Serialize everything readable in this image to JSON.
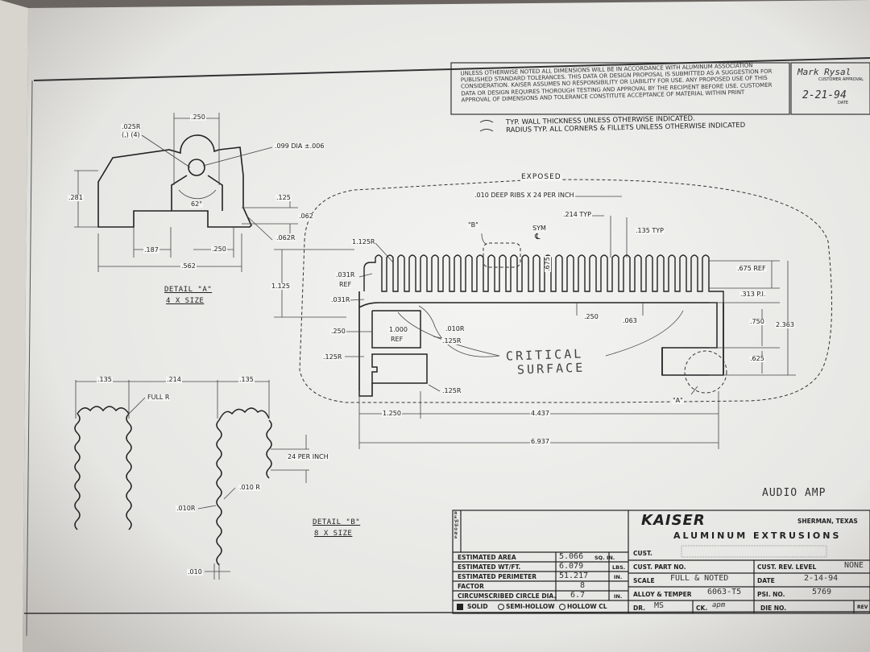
{
  "general_notes": {
    "tolerance_note": "UNLESS OTHERWISE NOTED ALL DIMENSIONS WILL BE IN ACCORDANCE WITH ALUMINUM ASSOCIATION PUBLISHED STANDARD TOLERANCES. THIS DATA OR DESIGN PROPOSAL IS SUBMITTED AS A SUGGESTION FOR CONSIDERATION. KAISER ASSUMES NO RESPONSIBILITY OR LIABILITY FOR USE. ANY PROPOSED USE OF THIS DATA OR DESIGN REQUIRES THOROUGH TESTING AND APPROVAL BY THE RECIPIENT BEFORE USE. CUSTOMER APPROVAL OF DIMENSIONS AND TOLERANCE CONSTITUTE ACCEPTANCE OF MATERIAL WITHIN PRINT",
    "wall_note": "TYP. WALL THICKNESS UNLESS OTHERWISE INDICATED.",
    "radius_note": "RADIUS TYP. ALL CORNERS & FILLETS UNLESS OTHERWISE INDICATED",
    "customer_approval_label": "CUSTOMER APPROVAL",
    "approval_signature": "Mark Rysal",
    "approval_date": "2-21-94",
    "date_label": "DATE"
  },
  "detail_a": {
    "title": "DETAIL \"A\"",
    "scale": "4 X SIZE",
    "dims": {
      "d250_top": ".250",
      "d025r": ".025R",
      "d025r_count": "(,) (4)",
      "d099": ".099 DIA ±.006",
      "d281": ".281",
      "d62": "62°",
      "d125": ".125",
      "d062": ".062",
      "d062r": ".062R",
      "d187": ".187",
      "d250_bot": ".250",
      "d562": ".562"
    }
  },
  "detail_b": {
    "title": "DETAIL \"B\"",
    "scale": "8 X SIZE",
    "dims": {
      "d135a": ".135",
      "d214": ".214",
      "d135b": ".135",
      "fullr": "FULL R",
      "per_inch": "24 PER INCH",
      "d010r_a": ".010 R",
      "d010r_b": ".010R",
      "d010": ".010"
    }
  },
  "main_section": {
    "exposed": "EXPOSED",
    "ribs": ".010 DEEP RIBS X 24 PER INCH",
    "callout_b": "\"B\"",
    "callout_a": "\"A\"",
    "sym": "SYM",
    "cl": "℄",
    "d214typ": ".214 TYP",
    "d135typ": ".135 TYP",
    "d1125r": "1.125R",
    "d675v": ".675",
    "d031r_ref": ".031R",
    "ref1": "REF",
    "d031r": ".031R",
    "d1125": "1.125",
    "d675ref": ".675 REF",
    "d313": ".313 P.I.",
    "d250a": ".250",
    "d063": ".063",
    "d250b": ".250",
    "d1000": "1.000",
    "ref2": "REF",
    "d010r": ".010R",
    "d125r_a": ".125R",
    "d125r_b": ".125R",
    "d125r_c": ".125R",
    "d750": ".750",
    "d2363": "2.363",
    "d625": ".625",
    "d1250": "1.250",
    "d4437": "4.437",
    "d6937": "6.937",
    "critical1": "CRITICAL",
    "critical2": "SURFACE"
  },
  "part_name": "AUDIO AMP",
  "title_block": {
    "revisions": "REVISIONS",
    "company": "KAISER",
    "location": "SHERMAN, TEXAS",
    "division": "ALUMINUM EXTRUSIONS",
    "est_area_label": "ESTIMATED AREA",
    "est_area": "5.066",
    "est_area_unit": "SQ. IN.",
    "est_wt_label": "ESTIMATED WT/FT.",
    "est_wt": "6.079",
    "est_wt_unit": "LBS.",
    "est_per_label": "ESTIMATED PERIMETER",
    "est_per": "51.217",
    "est_per_unit": "IN.",
    "factor_label": "FACTOR",
    "factor": "8",
    "ccd_label": "CIRCUMSCRIBED CIRCLE DIA.",
    "ccd": "6.7",
    "ccd_unit": "IN.",
    "solid": "SOLID",
    "semi": "SEMI-HOLLOW",
    "hollow": "HOLLOW CL",
    "cust_label": "CUST.",
    "cust_part_label": "CUST. PART NO.",
    "cust_rev_label": "CUST. REV. LEVEL",
    "cust_rev": "NONE",
    "scale_label": "SCALE",
    "scale": "FULL & NOTED",
    "date_label": "DATE",
    "date": "2-14-94",
    "alloy_label": "ALLOY & TEMPER",
    "alloy": "6063-T5",
    "psi_label": "PSI. NO.",
    "psi": "5769",
    "dr_label": "DR.",
    "dr": "MS",
    "ck_label": "CK.",
    "ck": "apm",
    "die_label": "DIE NO.",
    "rev_label": "REV"
  }
}
